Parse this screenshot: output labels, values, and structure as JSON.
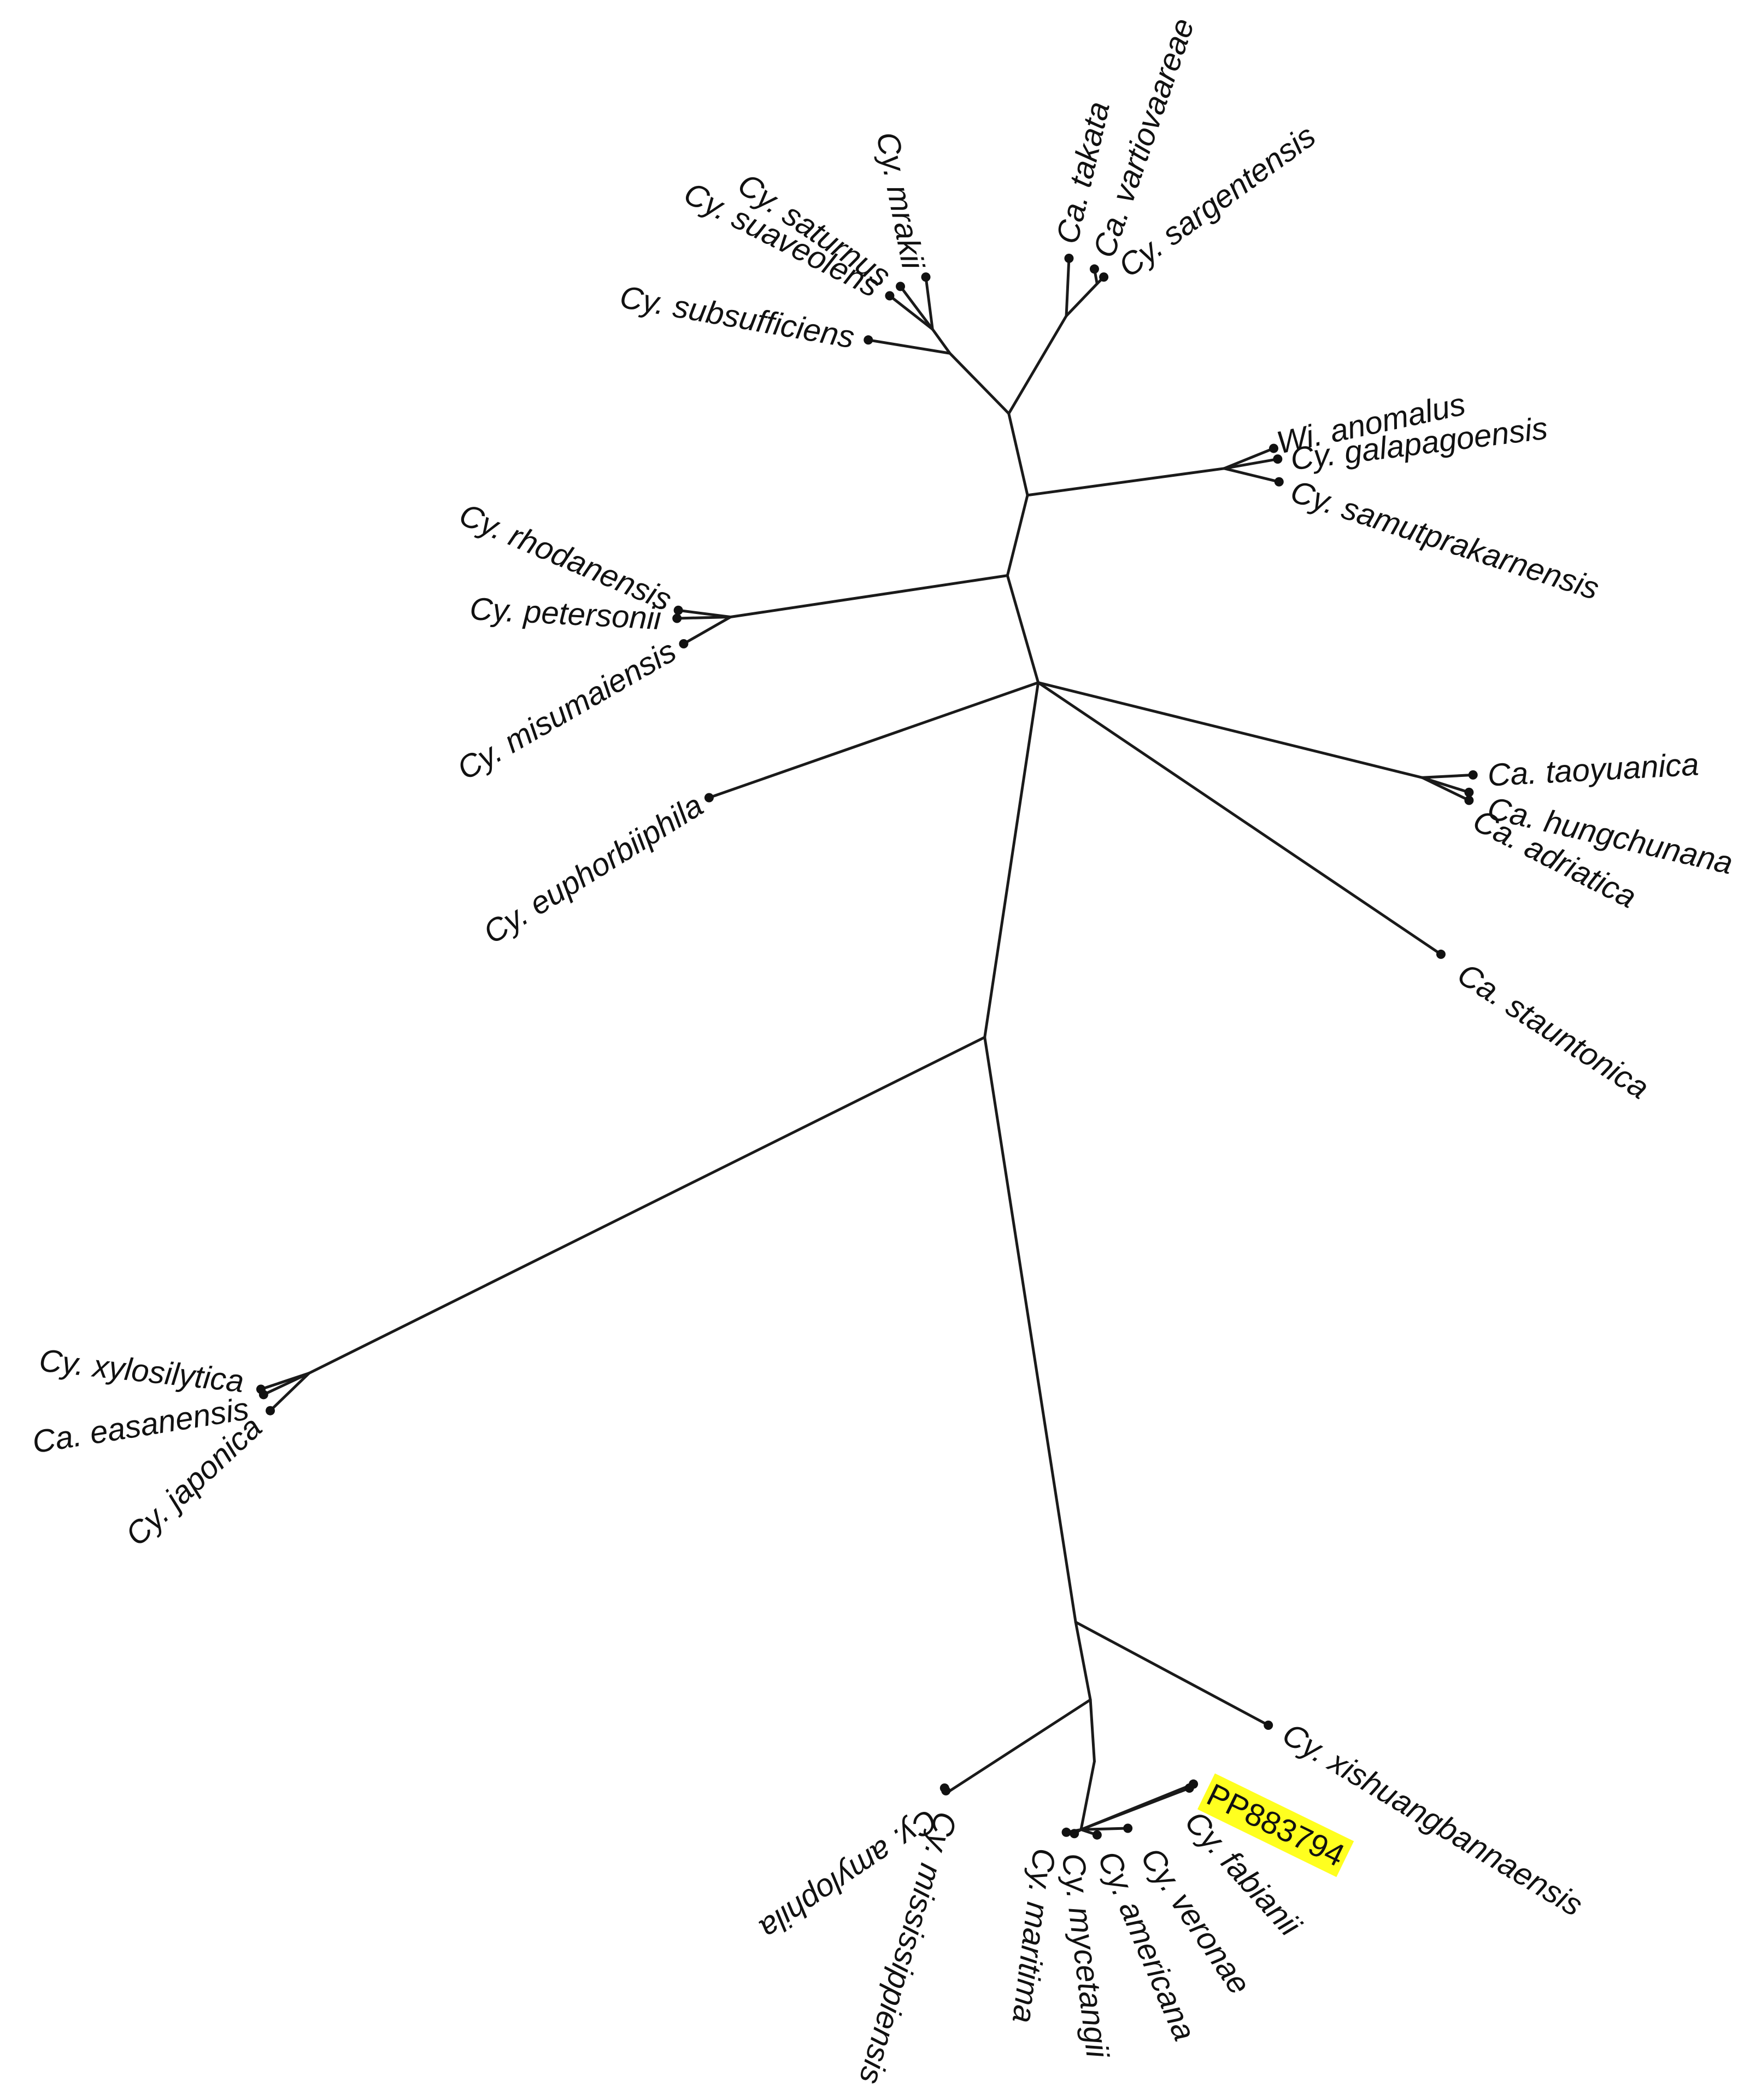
{
  "tree": {
    "taxa": [
      "Cy. saturnus",
      "Cy. mrakii",
      "Cy. suaveolens",
      "Cy. subsufficiens",
      "Ca. takata",
      "Ca. vartiovaareae",
      "Cy. sargentensis",
      "Wi. anomalus",
      "Cy. galapagoensis",
      "Cy. samutprakarnensis",
      "Cy. rhodanensis",
      "Cy. petersonii",
      "Cy. misumaiensis",
      "Cy. euphorbiiphila",
      "Ca. taoyuanica",
      "Ca. hungchunana",
      "Ca. adriatica",
      "Ca. stauntonica",
      "Cy. xylosilytica",
      "Ca. easanensis",
      "Cy. japonica",
      "Cy. xishuangbannaensis",
      "PP883794",
      "Cy. fabianii",
      "Cy. veronae",
      "Cy. americana",
      "Cy. mycetangii",
      "Cy. maritima",
      "Cy. mississippiensis",
      "Cy. amylophila"
    ],
    "highlighted_taxon": "PP883794",
    "highlight_color": "#ffff1f",
    "line_color": "#1a1a1a"
  }
}
